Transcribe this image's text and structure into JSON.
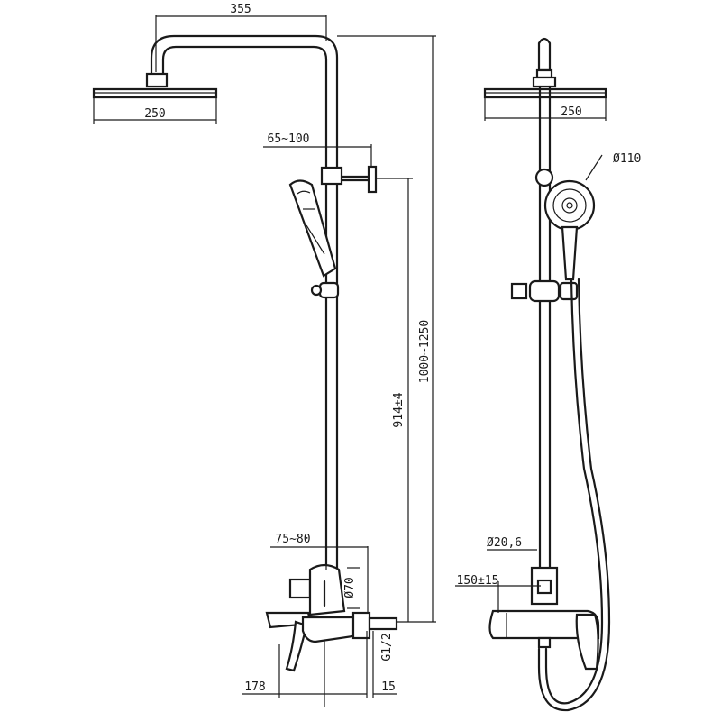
{
  "side_view": {
    "arm_reach": "355",
    "head_diameter": "250",
    "bracket_wall_depth": "65~100",
    "total_height": "1000~1250",
    "inlet_to_bracket": "914±4",
    "mixer_wall_depth": "75~80",
    "mixer_diameter": "Ø70",
    "thread": "G1/2",
    "spout_projection": "178",
    "thread_length": "15"
  },
  "front_view": {
    "head_diameter": "250",
    "hand_shower_diameter": "Ø110",
    "riser_diameter": "Ø20,6",
    "inlet_spacing": "150±15"
  }
}
